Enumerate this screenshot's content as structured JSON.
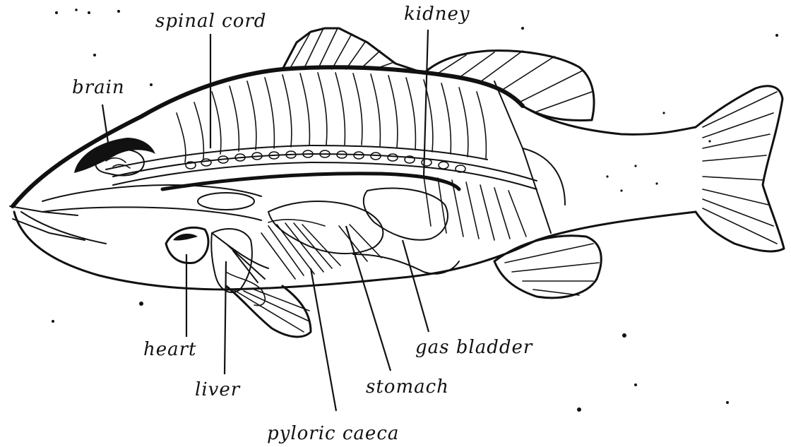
{
  "labels": {
    "spinal_cord": "spinal cord",
    "kidney": "kidney",
    "brain": "brain",
    "heart": "heart",
    "liver": "liver",
    "pyloric_caeca": "pyloric caeca",
    "stomach": "stomach",
    "gas_bladder": "gas bladder"
  }
}
